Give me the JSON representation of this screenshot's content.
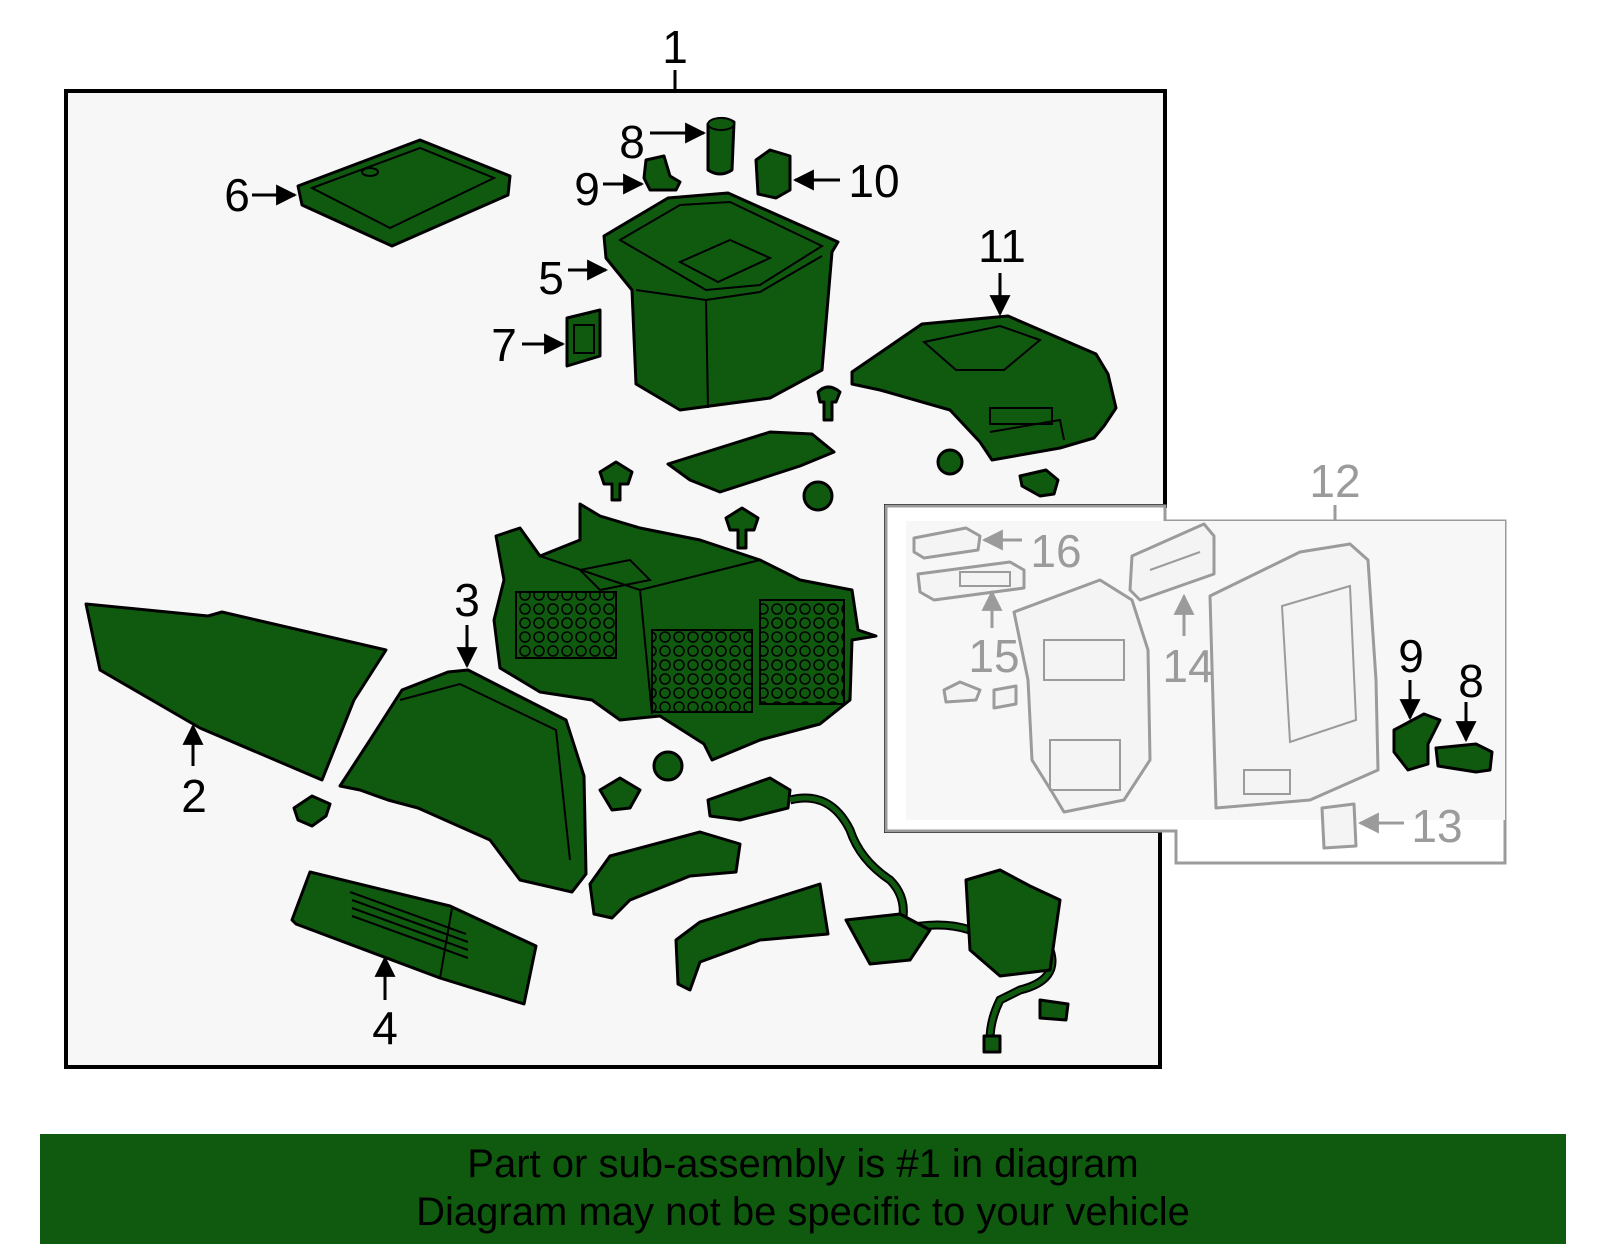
{
  "callouts": {
    "c1": "1",
    "c2": "2",
    "c3": "3",
    "c4": "4",
    "c5": "5",
    "c6": "6",
    "c7": "7",
    "c8": "8",
    "c9": "9",
    "c10": "10",
    "c11": "11",
    "c12": "12",
    "c13": "13",
    "c14": "14",
    "c15": "15",
    "c16": "16",
    "c8b": "8",
    "c9b": "9"
  },
  "footer": {
    "line1": "Part or sub-assembly is #1 in diagram",
    "line2": "Diagram may not be specific to your vehicle"
  },
  "colors": {
    "part_fill": "#0f5a0f",
    "footer_bg": "#0f5a0f",
    "subassembly_gray": "#9b9b9b",
    "panel_bg": "#f7f7f7"
  }
}
